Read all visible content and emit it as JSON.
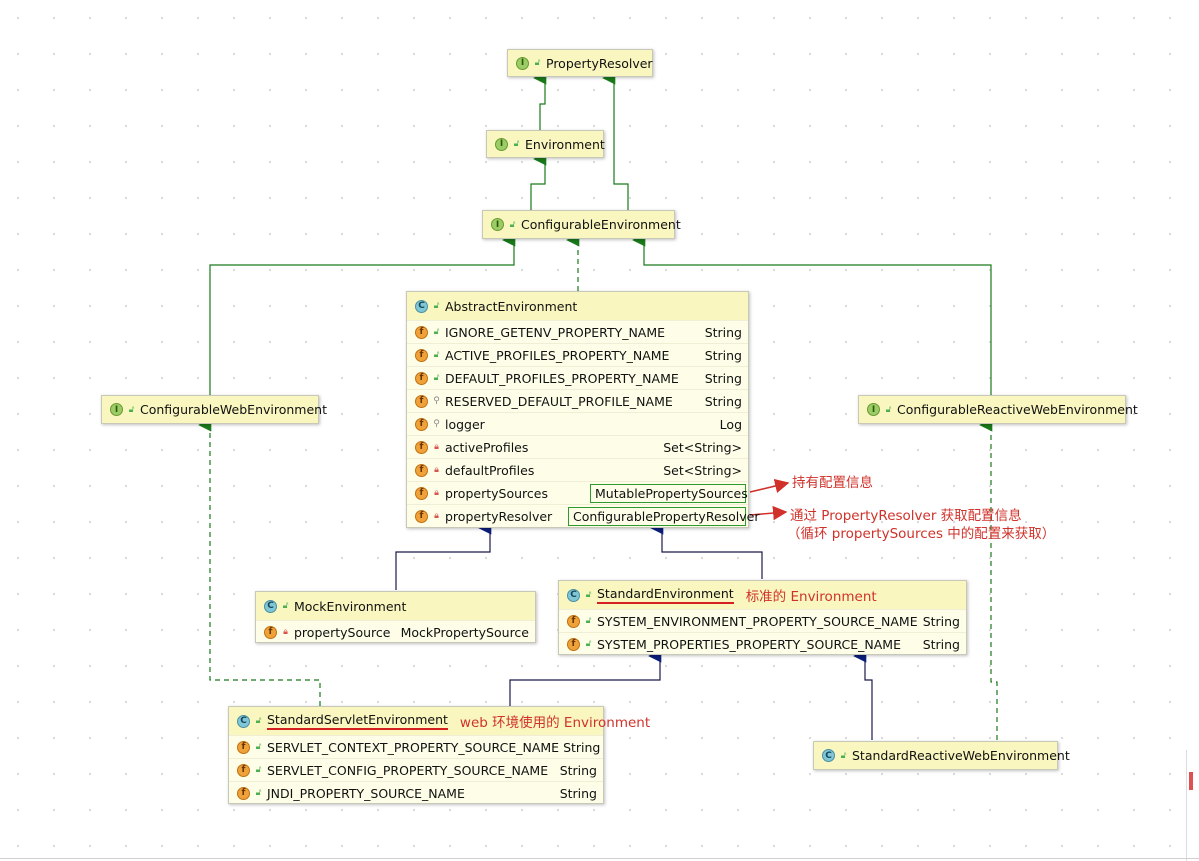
{
  "nodes": {
    "property_resolver": {
      "name": "PropertyResolver",
      "kind": "I"
    },
    "environment": {
      "name": "Environment",
      "kind": "I"
    },
    "configurable_environment": {
      "name": "ConfigurableEnvironment",
      "kind": "I"
    },
    "configurable_web_environment": {
      "name": "ConfigurableWebEnvironment",
      "kind": "I"
    },
    "configurable_reactive_web_environment": {
      "name": "ConfigurableReactiveWebEnvironment",
      "kind": "I"
    },
    "abstract_environment": {
      "name": "AbstractEnvironment",
      "kind": "C",
      "fields": [
        {
          "name": "IGNORE_GETENV_PROPERTY_NAME",
          "type": "String"
        },
        {
          "name": "ACTIVE_PROFILES_PROPERTY_NAME",
          "type": "String"
        },
        {
          "name": "DEFAULT_PROFILES_PROPERTY_NAME",
          "type": "String"
        },
        {
          "name": "RESERVED_DEFAULT_PROFILE_NAME",
          "type": "String"
        },
        {
          "name": "logger",
          "type": "Log"
        },
        {
          "name": "activeProfiles",
          "type": "Set<String>"
        },
        {
          "name": "defaultProfiles",
          "type": "Set<String>"
        },
        {
          "name": "propertySources",
          "type": "MutablePropertySources"
        },
        {
          "name": "propertyResolver",
          "type": "ConfigurablePropertyResolver"
        }
      ]
    },
    "mock_environment": {
      "name": "MockEnvironment",
      "kind": "C",
      "fields": [
        {
          "name": "propertySource",
          "type": "MockPropertySource"
        }
      ]
    },
    "standard_environment": {
      "name": "StandardEnvironment",
      "kind": "C",
      "fields": [
        {
          "name": "SYSTEM_ENVIRONMENT_PROPERTY_SOURCE_NAME",
          "type": "String"
        },
        {
          "name": "SYSTEM_PROPERTIES_PROPERTY_SOURCE_NAME",
          "type": "String"
        }
      ]
    },
    "standard_servlet_environment": {
      "name": "StandardServletEnvironment",
      "kind": "C",
      "fields": [
        {
          "name": "SERVLET_CONTEXT_PROPERTY_SOURCE_NAME",
          "type": "String"
        },
        {
          "name": "SERVLET_CONFIG_PROPERTY_SOURCE_NAME",
          "type": "String"
        },
        {
          "name": "JNDI_PROPERTY_SOURCE_NAME",
          "type": "String"
        }
      ]
    },
    "standard_reactive_web_environment": {
      "name": "StandardReactiveWebEnvironment",
      "kind": "C"
    }
  },
  "annotations": {
    "holds_config": "持有配置信息",
    "resolver_note_1": "通过 PropertyResolver 获取配置信息",
    "resolver_note_2": "（循环 propertySources 中的配置来获取）",
    "standard_note": "标准的 Environment",
    "servlet_note": "web 环境使用的 Environment"
  },
  "colors": {
    "extends_edge": "#1a7a1a",
    "class_extends_edge": "#1a1a4a",
    "arrow_blue": "#0b1e7a",
    "annotation": "#d0322a",
    "highlight_box": "#2d9a2d",
    "node_fill": "#fefee8",
    "node_head": "#f9f7bf"
  }
}
